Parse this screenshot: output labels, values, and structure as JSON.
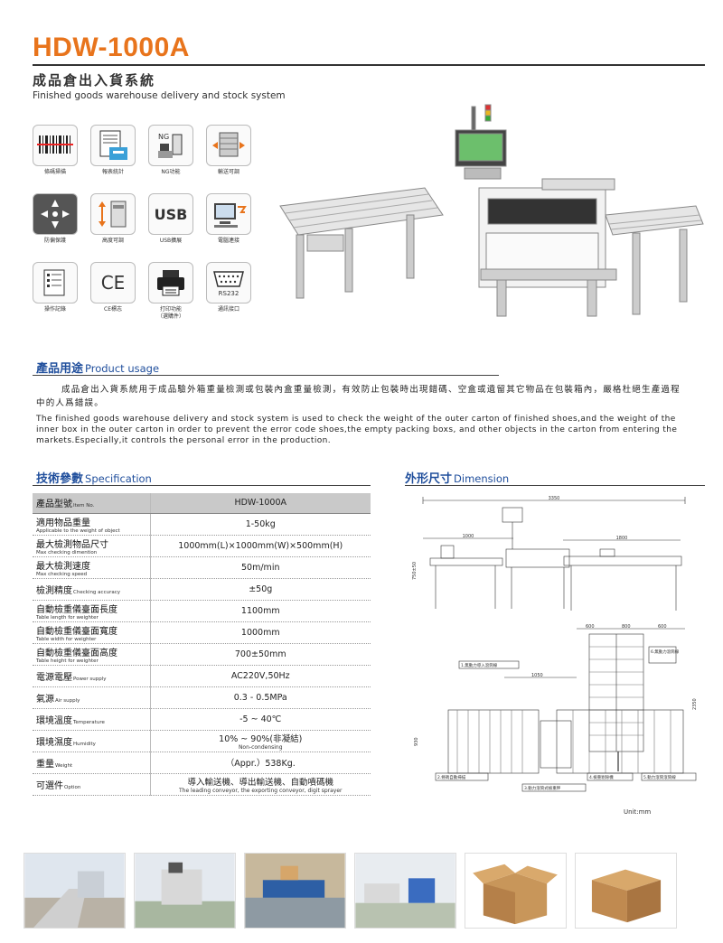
{
  "header": {
    "title": "HDW-1000A",
    "subtitle_cn": "成品倉出入貨系統",
    "subtitle_en": "Finished goods warehouse delivery and stock system"
  },
  "features": [
    {
      "icon": "barcode-icon",
      "label": "條碼掃描"
    },
    {
      "icon": "report-icon",
      "label": "報表統計"
    },
    {
      "icon": "ng-reject-icon",
      "label": "NG功能",
      "text": "NG"
    },
    {
      "icon": "conveyor-adjust-icon",
      "label": "輸送可調"
    },
    {
      "icon": "anti-collision-icon",
      "label": "防偏保護"
    },
    {
      "icon": "height-adjust-icon",
      "label": "高度可調"
    },
    {
      "icon": "usb-icon",
      "label": "USB擴展",
      "text": "USB"
    },
    {
      "icon": "computer-icon",
      "label": "電腦連接"
    },
    {
      "icon": "data-log-icon",
      "label": "操作記錄"
    },
    {
      "icon": "ce-mark-icon",
      "label": "CE標志",
      "text": "CE"
    },
    {
      "icon": "printer-icon",
      "label": "打印功能\n（選購件）"
    },
    {
      "icon": "rs232-port-icon",
      "label": "通訊接口",
      "text": "RS232"
    }
  ],
  "usage": {
    "heading_cn": "產品用途",
    "heading_en": "Product usage",
    "body_cn": "成品倉出入貨系統用于成品驗外箱重量檢測或包裝內盒重量檢測，有效防止包裝時出現錯碼、空盒或遺留其它物品在包裝箱內，嚴格杜絕生產過程中的人爲錯誤。",
    "body_en": "The finished goods warehouse delivery and stock system is used to check the weight of the outer carton of finished shoes,and the weight of the inner box in the outer carton in order to prevent the error code shoes,the empty packing boxs, and other objects in the carton from entering the markets.Especially,it controls the personal error in the production."
  },
  "spec": {
    "heading_cn": "技術參數",
    "heading_en": "Specification",
    "rows": [
      {
        "cn": "產品型號",
        "en": "Item No.",
        "value": "HDW-1000A"
      },
      {
        "cn": "適用物品重量",
        "en": "Applicable to the weight of object",
        "value": "1-50kg"
      },
      {
        "cn": "最大檢測物品尺寸",
        "en": "Max checking dimention",
        "value": "1000mm(L)×1000mm(W)×500mm(H)"
      },
      {
        "cn": "最大檢測速度",
        "en": "Max checking speed",
        "value": "50m/min"
      },
      {
        "cn": "檢測精度",
        "en": "Checking accuracy",
        "value": "±50g"
      },
      {
        "cn": "自動檢重儀臺面長度",
        "en": "Table length for weighter",
        "value": "1100mm"
      },
      {
        "cn": "自動檢重儀臺面寬度",
        "en": "Table width for weighter",
        "value": "1000mm"
      },
      {
        "cn": "自動檢重儀臺面高度",
        "en": "Table height for weighter",
        "value": "700±50mm"
      },
      {
        "cn": "電源電壓",
        "en": "Power supply",
        "value": "AC220V,50Hz"
      },
      {
        "cn": "氣源",
        "en": "Air supply",
        "value": "0.3 - 0.5MPa"
      },
      {
        "cn": "環境溫度",
        "en": "Temperature",
        "value": "-5 ~ 40℃"
      },
      {
        "cn": "環境濕度",
        "en": "Humidity",
        "value": "10% ~ 90%(非凝結)",
        "sub": "Non-condensing"
      },
      {
        "cn": "重量",
        "en": "Weight",
        "value": "（Appr.）538Kg."
      },
      {
        "cn": "可選件",
        "en": "Option",
        "value": "導入輸送機、導出輸送機、自動噴碼機",
        "sub": "The leading conveyor, the exporting conveyor, digit sprayer"
      }
    ]
  },
  "dimension": {
    "heading_cn": "外形尺寸",
    "heading_en": "Dimension",
    "front_labels": [
      "3350",
      "1000",
      "1800",
      "750±50"
    ],
    "top_labels": [
      "600",
      "800",
      "600",
      "1050",
      "2350",
      "930"
    ],
    "callouts": [
      "1.無動力導入滾筒線",
      "2.條碼自動掃描",
      "3.動力滾筒式檢重秤",
      "4.檢重剔除機",
      "5.動力滾筒滾筒線",
      "6.無動力滾筒線"
    ],
    "unit": "Unit:mm"
  },
  "photos": [
    {
      "name": "photo-factory-conveyor"
    },
    {
      "name": "photo-checkweigher-line"
    },
    {
      "name": "photo-warehouse-line"
    },
    {
      "name": "photo-factory-floor"
    },
    {
      "name": "photo-open-carton"
    },
    {
      "name": "photo-closed-carton"
    }
  ],
  "colors": {
    "title": "#e8741c",
    "heading": "#1f4e9c",
    "table_header": "#c9c9c9"
  }
}
